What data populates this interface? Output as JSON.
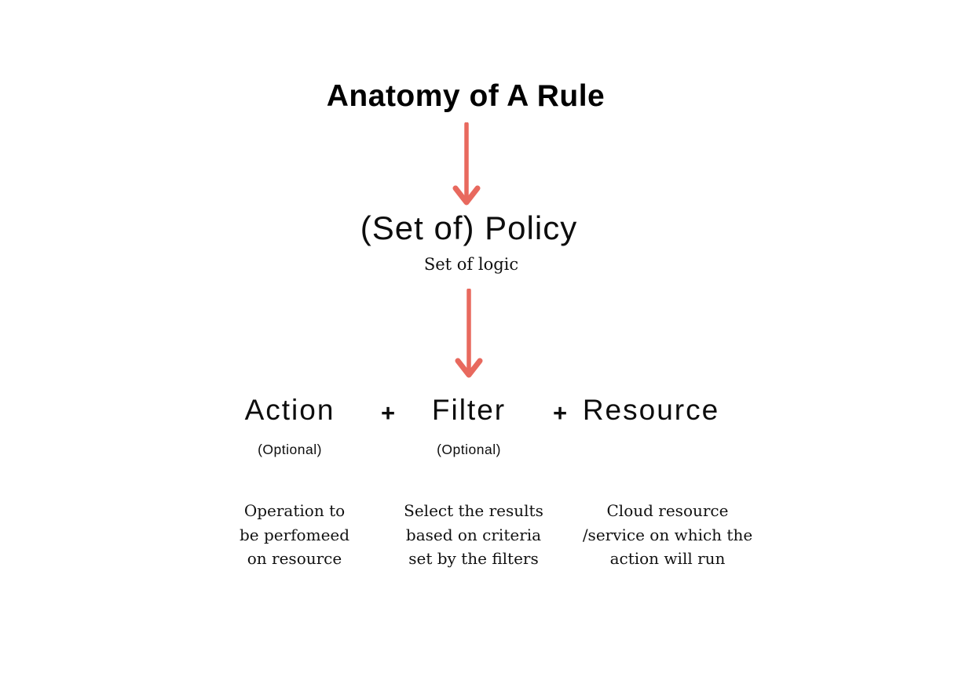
{
  "page": {
    "background_color": "#ffffff",
    "text_color": "#000000",
    "accent_color": "#e8695e"
  },
  "title": "Anatomy of A Rule",
  "policy": {
    "heading": "(Set of) Policy",
    "subheading": "Set of logic"
  },
  "plus_sign": "+",
  "components": [
    {
      "label": "Action",
      "qualifier": "(Optional)",
      "description": "Operation to\nbe perfomeed\non resource"
    },
    {
      "label": "Filter",
      "qualifier": "(Optional)",
      "description": "Select the results\nbased on criteria\nset by the filters"
    },
    {
      "label": "Resource",
      "qualifier": "",
      "description": "Cloud resource\n/service on which the\naction will run"
    }
  ]
}
